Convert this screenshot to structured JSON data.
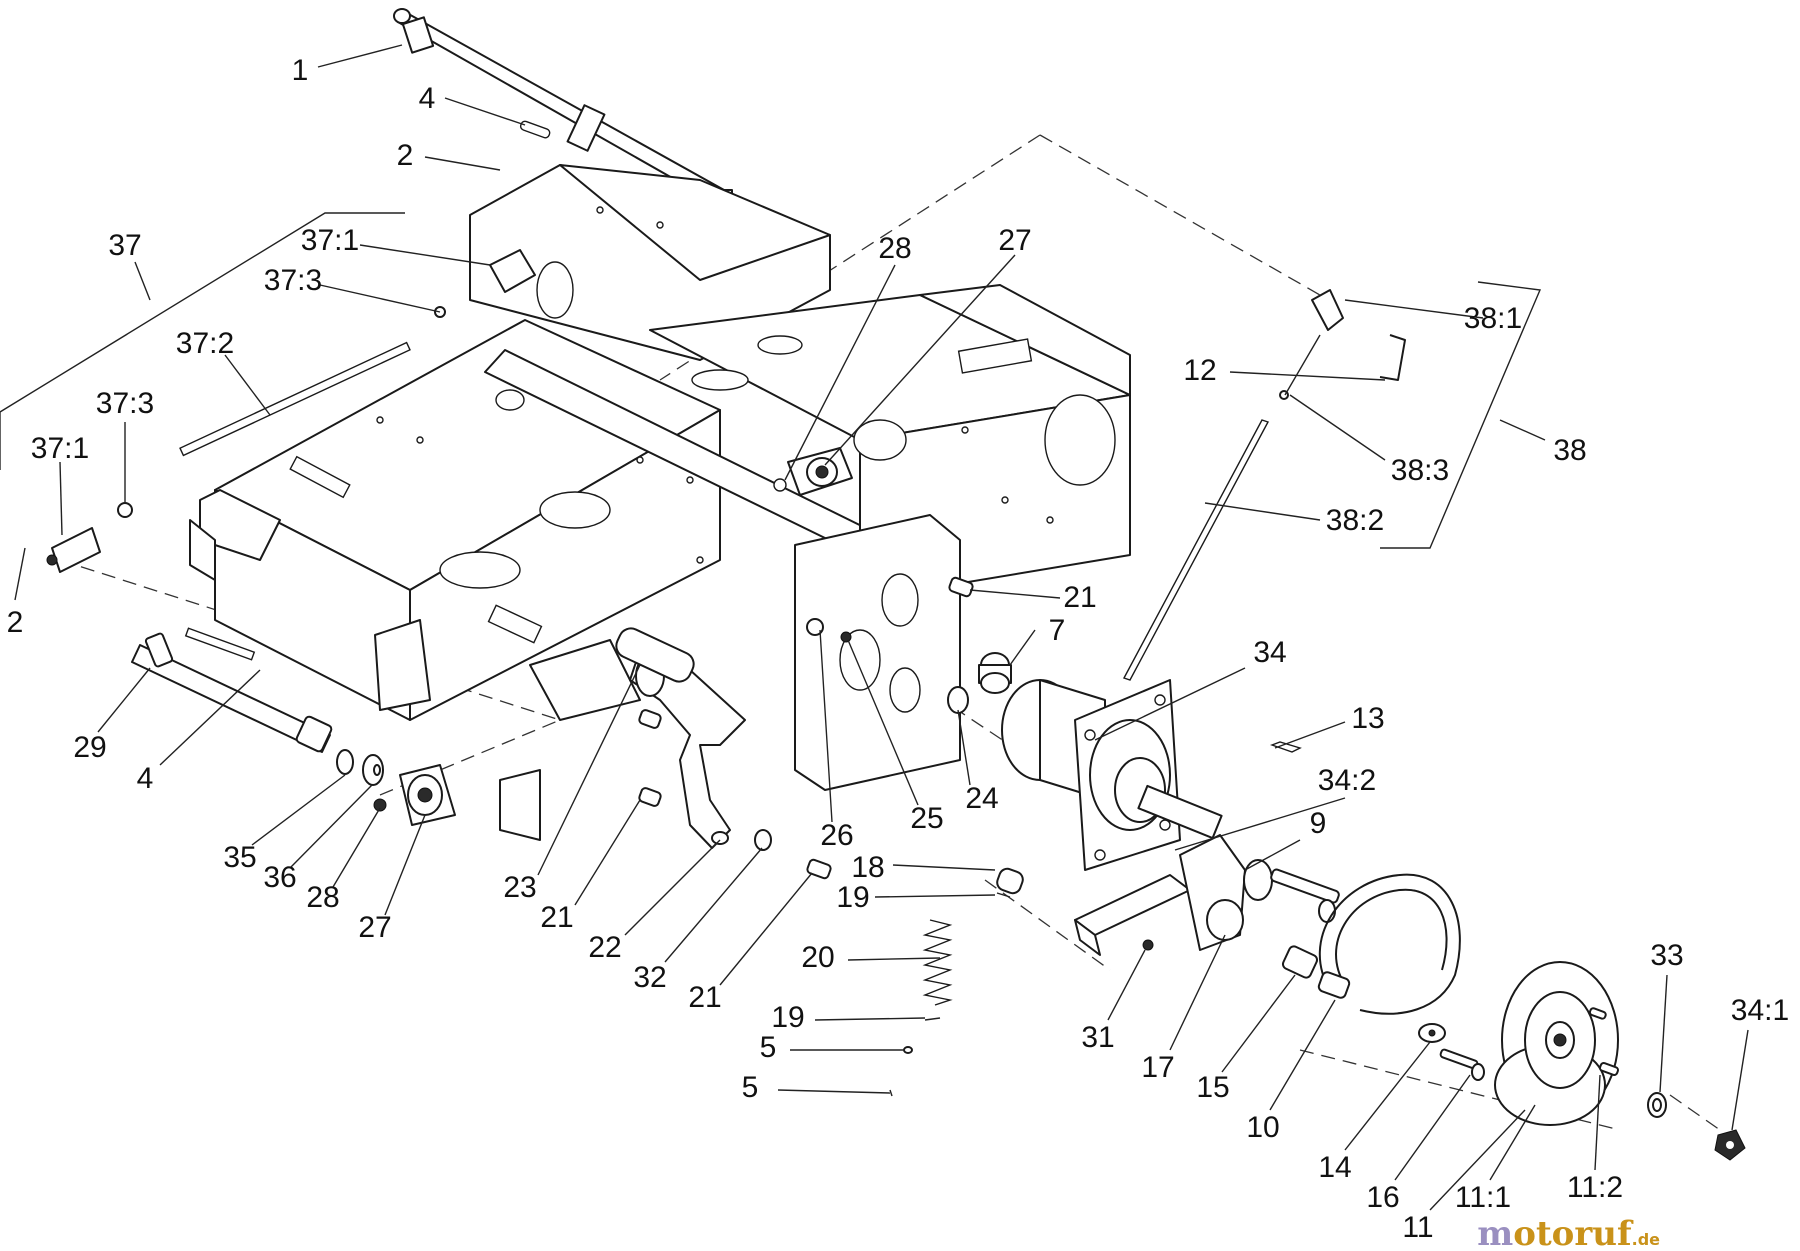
{
  "diagram": {
    "type": "exploded-parts-diagram",
    "callouts": [
      "1",
      "2",
      "4",
      "37",
      "37:1",
      "37:3",
      "37:2",
      "37:3",
      "37:1",
      "2",
      "28",
      "27",
      "38:1",
      "12",
      "38:3",
      "38",
      "38:2",
      "21",
      "7",
      "34",
      "13",
      "34:2",
      "9",
      "29",
      "4",
      "35",
      "36",
      "28",
      "27",
      "23",
      "21",
      "22",
      "32",
      "21",
      "26",
      "25",
      "24",
      "18",
      "19",
      "20",
      "19",
      "5",
      "5",
      "31",
      "17",
      "15",
      "10",
      "14",
      "16",
      "11",
      "11:1",
      "11:2",
      "33",
      "34:1"
    ]
  },
  "watermark": {
    "brand": "motoruf",
    "suffix": ".de",
    "color_m": "#9a8fc0",
    "color_rest": "#c9921a"
  }
}
